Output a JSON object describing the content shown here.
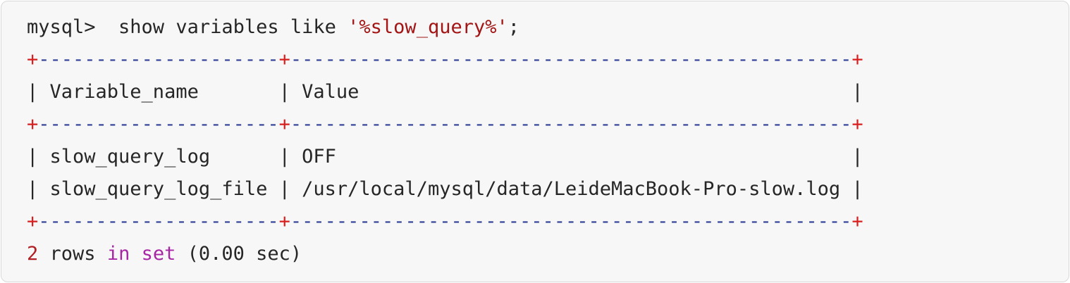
{
  "colors": {
    "background": "#f7f7f7",
    "border": "#d9d9d9",
    "text": "#262626",
    "string": "#a31515",
    "plus": "#d91e1e",
    "dash": "#2f4096",
    "keyword": "#a626a4",
    "number": "#b01f24"
  },
  "terminal": {
    "prompt": "mysql>",
    "command_segments": [
      {
        "style": "text",
        "text": "mysql>  show variables like "
      },
      {
        "style": "string",
        "text": "'%slow_query%'"
      },
      {
        "style": "text",
        "text": ";"
      }
    ],
    "table": {
      "columns": [
        {
          "header": "Variable_name",
          "width": 19
        },
        {
          "header": "Value",
          "width": 47
        }
      ],
      "rows": [
        [
          "slow_query_log",
          "OFF"
        ],
        [
          "slow_query_log_file",
          "/usr/local/mysql/data/LeideMacBook-Pro-slow.log"
        ]
      ]
    },
    "status_segments": [
      {
        "style": "number",
        "text": "2"
      },
      {
        "style": "text",
        "text": " rows "
      },
      {
        "style": "keyword",
        "text": "in set"
      },
      {
        "style": "text",
        "text": " (0.00 sec)"
      }
    ]
  }
}
